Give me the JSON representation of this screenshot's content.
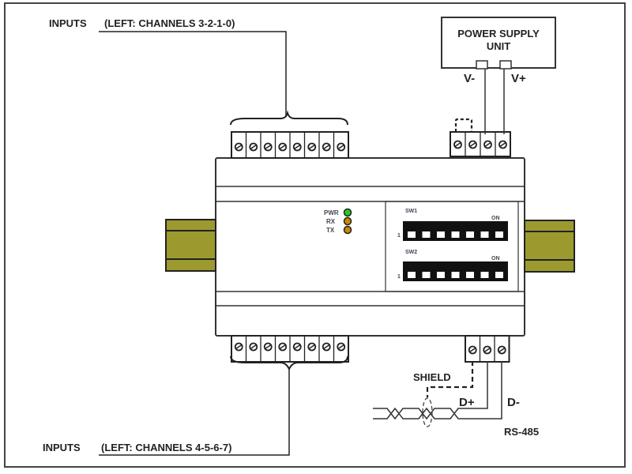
{
  "diagram": {
    "top_inputs_label": "INPUTS",
    "top_inputs_detail": "(LEFT: CHANNELS 3-2-1-0)",
    "bottom_inputs_label": "INPUTS",
    "bottom_inputs_detail": "(LEFT: CHANNELS 4-5-6-7)",
    "power_supply_line1": "POWER SUPPLY",
    "power_supply_line2": "UNIT",
    "v_minus": "V-",
    "v_plus": "V+",
    "leds": [
      {
        "label": "PWR",
        "color": "#22cc22"
      },
      {
        "label": "RX",
        "color": "#cc8800"
      },
      {
        "label": "TX",
        "color": "#cc8800"
      }
    ],
    "switches": [
      {
        "label": "SW1",
        "on_label": "ON",
        "position_one_label": "1",
        "count": 7
      },
      {
        "label": "SW2",
        "on_label": "ON",
        "position_one_label": "1",
        "count": 7
      }
    ],
    "shield_label": "SHIELD",
    "d_plus": "D+",
    "d_minus": "D-",
    "bus_label": "RS-485",
    "terminal_counts": {
      "top_inputs": 8,
      "power": 4,
      "bottom_inputs": 8,
      "rs485": 3
    },
    "colors": {
      "din_rail": "#9c9a2e",
      "led_on": "#22cc22",
      "led_amber": "#cc8800",
      "label_text": "#1a2240"
    }
  }
}
